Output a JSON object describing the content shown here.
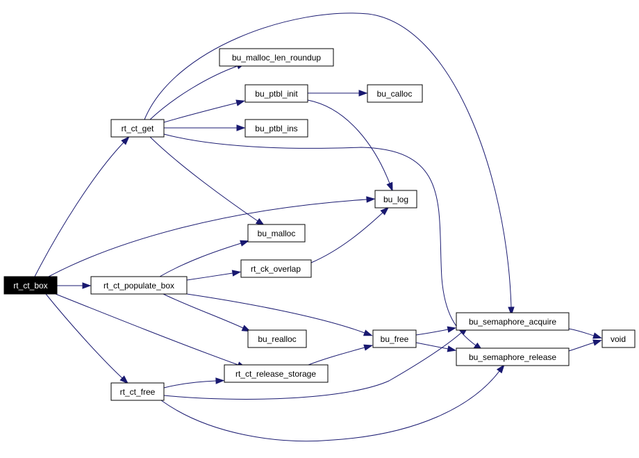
{
  "colors": {
    "edge": "#191970",
    "node_border": "#000000",
    "root_fill": "#000000",
    "root_text": "#ffffff",
    "background": "#ffffff"
  },
  "nodes": {
    "rt_ct_box": "rt_ct_box",
    "rt_ct_get": "rt_ct_get",
    "rt_ct_populate_box": "rt_ct_populate_box",
    "rt_ct_free": "rt_ct_free",
    "bu_malloc_len_roundup": "bu_malloc_len_roundup",
    "bu_ptbl_init": "bu_ptbl_init",
    "bu_calloc": "bu_calloc",
    "bu_ptbl_ins": "bu_ptbl_ins",
    "bu_log": "bu_log",
    "bu_malloc": "bu_malloc",
    "rt_ck_overlap": "rt_ck_overlap",
    "bu_realloc": "bu_realloc",
    "bu_free": "bu_free",
    "rt_ct_release_storage": "rt_ct_release_storage",
    "bu_semaphore_acquire": "bu_semaphore_acquire",
    "bu_semaphore_release": "bu_semaphore_release",
    "void": "void"
  },
  "edges": [
    {
      "from": "rt_ct_box",
      "to": "rt_ct_get"
    },
    {
      "from": "rt_ct_box",
      "to": "bu_log"
    },
    {
      "from": "rt_ct_box",
      "to": "rt_ct_populate_box"
    },
    {
      "from": "rt_ct_box",
      "to": "rt_ct_release_storage"
    },
    {
      "from": "rt_ct_box",
      "to": "rt_ct_free"
    },
    {
      "from": "rt_ct_get",
      "to": "bu_malloc_len_roundup"
    },
    {
      "from": "rt_ct_get",
      "to": "bu_ptbl_init"
    },
    {
      "from": "rt_ct_get",
      "to": "bu_ptbl_ins"
    },
    {
      "from": "rt_ct_get",
      "to": "bu_malloc"
    },
    {
      "from": "rt_ct_get",
      "to": "bu_semaphore_acquire"
    },
    {
      "from": "rt_ct_get",
      "to": "bu_semaphore_release"
    },
    {
      "from": "bu_ptbl_init",
      "to": "bu_calloc"
    },
    {
      "from": "bu_ptbl_init",
      "to": "bu_log"
    },
    {
      "from": "rt_ct_populate_box",
      "to": "bu_malloc"
    },
    {
      "from": "rt_ct_populate_box",
      "to": "rt_ck_overlap"
    },
    {
      "from": "rt_ct_populate_box",
      "to": "bu_realloc"
    },
    {
      "from": "rt_ct_populate_box",
      "to": "bu_free"
    },
    {
      "from": "rt_ck_overlap",
      "to": "bu_log"
    },
    {
      "from": "bu_free",
      "to": "bu_semaphore_acquire"
    },
    {
      "from": "bu_free",
      "to": "bu_semaphore_release"
    },
    {
      "from": "rt_ct_release_storage",
      "to": "bu_free"
    },
    {
      "from": "rt_ct_free",
      "to": "rt_ct_release_storage"
    },
    {
      "from": "rt_ct_free",
      "to": "bu_semaphore_acquire"
    },
    {
      "from": "rt_ct_free",
      "to": "bu_semaphore_release"
    },
    {
      "from": "bu_semaphore_acquire",
      "to": "void"
    },
    {
      "from": "bu_semaphore_release",
      "to": "void"
    }
  ]
}
